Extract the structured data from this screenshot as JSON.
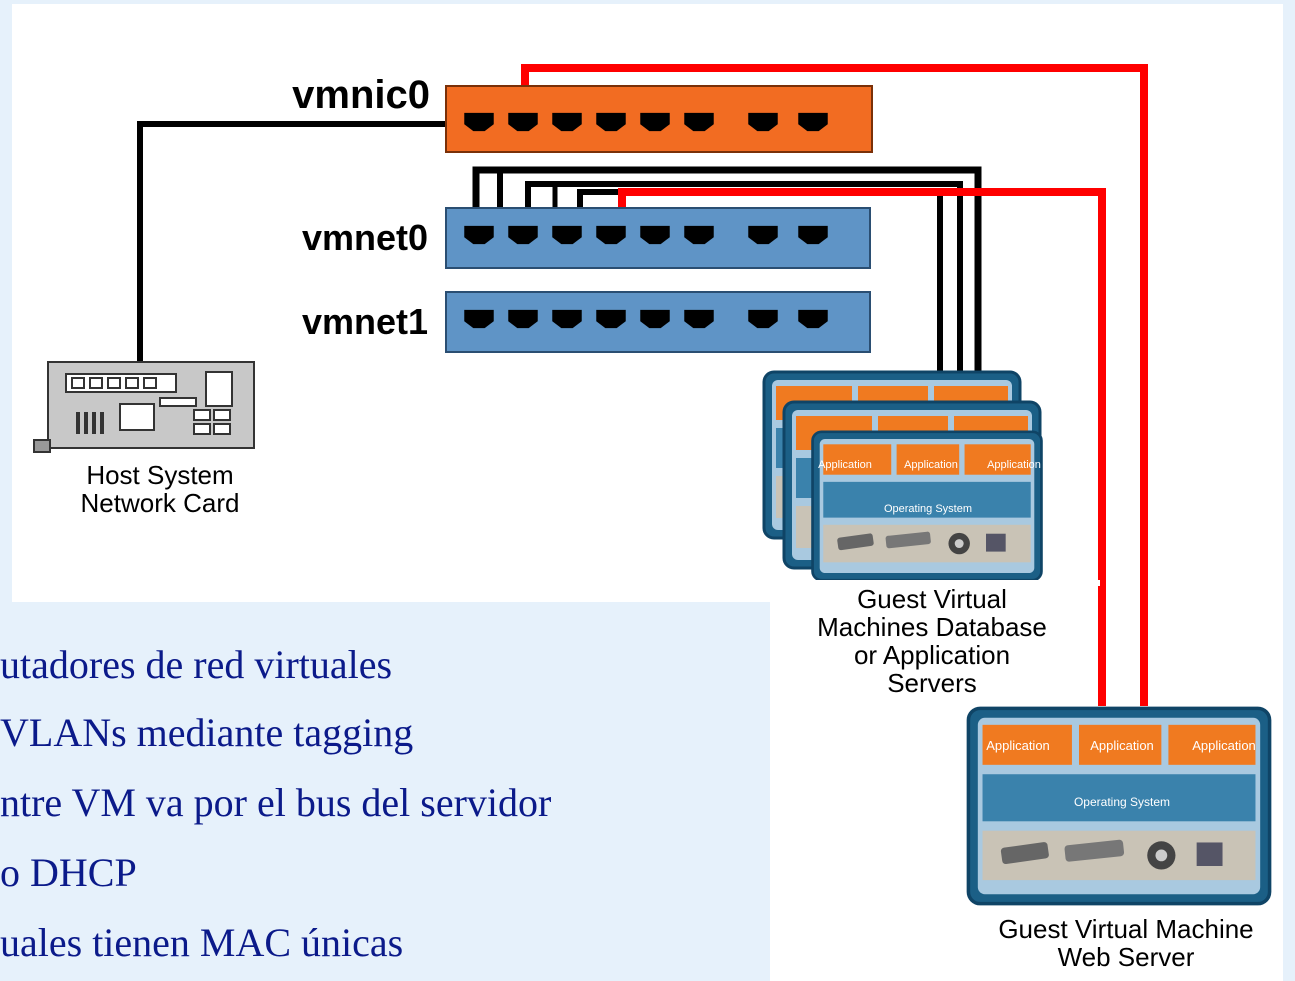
{
  "switches": {
    "vmnic0": "vmnic0",
    "vmnet0": "vmnet0",
    "vmnet1": "vmnet1"
  },
  "host_card": {
    "line1": "Host System",
    "line2": "Network Card"
  },
  "guest_db": {
    "line1": "Guest Virtual",
    "line2": "Machines Database",
    "line3": "or Application",
    "line4": "Servers",
    "app_label": "Application",
    "os_label": "Operating System"
  },
  "guest_web": {
    "line1": "Guest Virtual Machine",
    "line2": "Web Server",
    "app_label": "Application",
    "os_label": "Operating System"
  },
  "bullets": [
    "utadores de red virtuales",
    "VLANs mediante tagging",
    "ntre VM va por el bus del servidor",
    "o DHCP",
    "uales tienen MAC únicas"
  ],
  "colors": {
    "vmnic": "#f26c22",
    "vmnet": "#5f94c6",
    "red_cable": "#ff0000",
    "black_cable": "#000000",
    "bullet_text": "#0b1a8a",
    "app_box": "#f07a20",
    "os_bar": "#3a82ac"
  }
}
